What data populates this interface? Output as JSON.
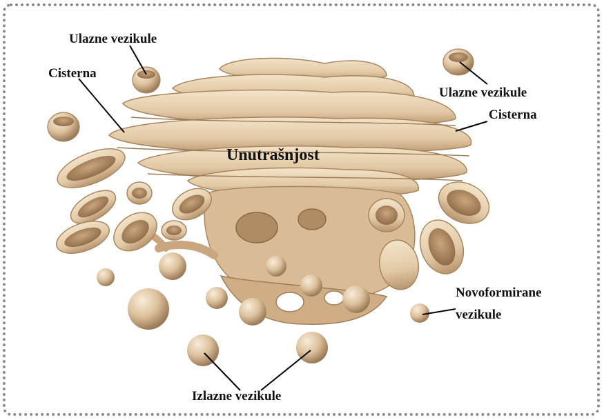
{
  "colors": {
    "membrane": "#e6cfae",
    "membrane_light": "#f3e4cc",
    "membrane_dark": "#b89670",
    "shadow": "#8f6f4f",
    "line": "#000000",
    "frame": "#8a8a8a"
  },
  "labels": {
    "ulazne_top_left": "Ulazne vezikule",
    "cisterna_left": "Cisterna",
    "ulazne_top_right": "Ulazne vezikule",
    "cisterna_right": "Cisterna",
    "unutrasnjost": "Unutrašnjost",
    "novoformirane_line1": "Novoformirane",
    "novoformirane_line2": "vezikule",
    "izlazne": "Izlazne vezikule"
  }
}
